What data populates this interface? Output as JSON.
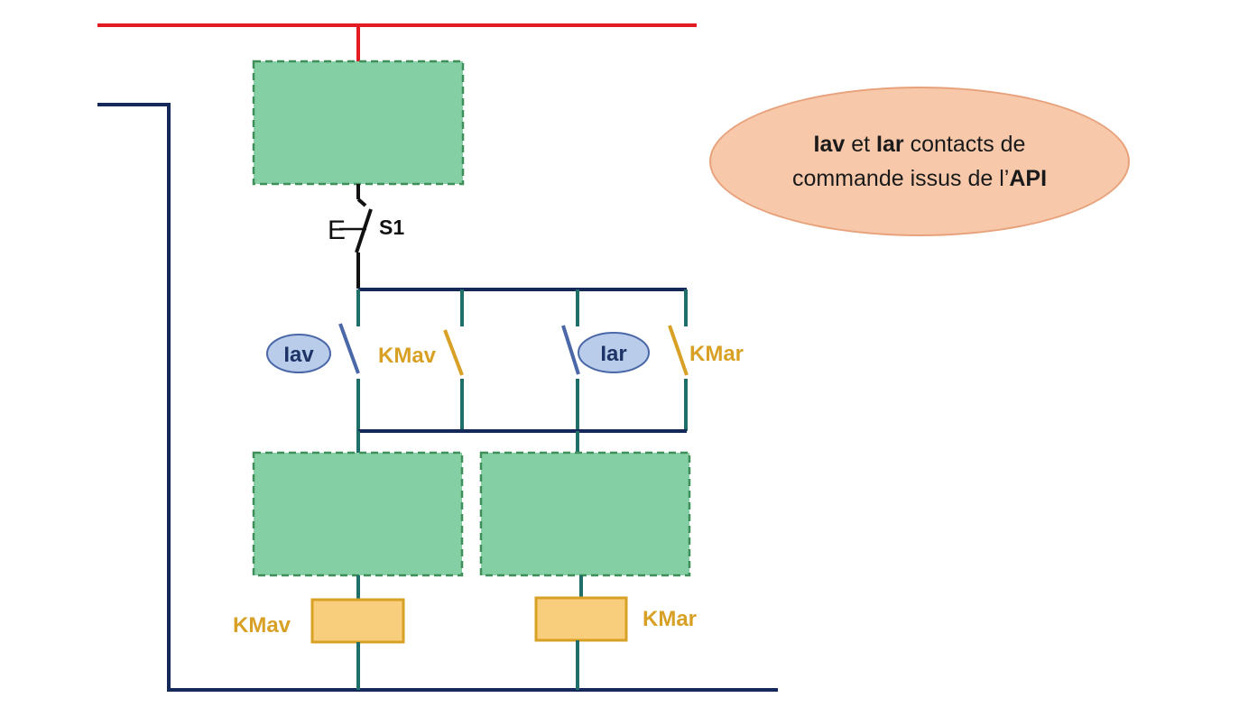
{
  "colors": {
    "phase": "#e31b23",
    "neutral": "#14285a",
    "teal": "#1f6e6a",
    "green_fill": "#85cfa4",
    "green_border": "#3f8f5b",
    "gold": "#d8a126",
    "coil_fill": "#f8cd7c",
    "api_blue_fill": "#b9cdeb",
    "api_blue_stroke": "#4a67a8",
    "note_fill": "#f7c8aa"
  },
  "labels": {
    "s1": "S1",
    "s1_actuator": "E",
    "contact_lav": "Iav",
    "contact_kmav": "KMav",
    "contact_lar": "Iar",
    "contact_kmar": "KMar",
    "coil_kmav": "KMav",
    "coil_kmar": "KMar"
  },
  "note": {
    "w1": "Iav",
    "t1": " et ",
    "w2": "Iar",
    "t2": " contacts de commande issus de l’",
    "w3": "API"
  }
}
